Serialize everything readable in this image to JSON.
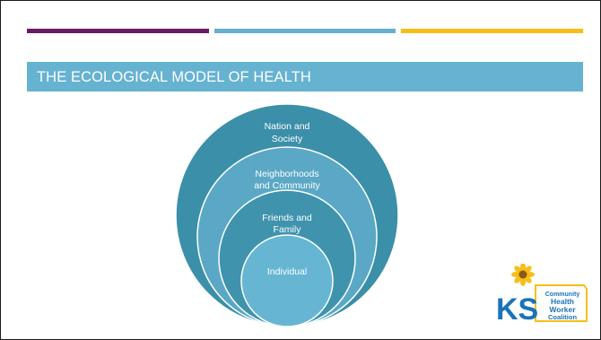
{
  "slide": {
    "title": "THE ECOLOGICAL MODEL OF HEALTH",
    "accent_colors": [
      "#6a1b63",
      "#67afce",
      "#f6be18"
    ]
  },
  "diagram": {
    "layers": [
      {
        "lines": [
          "Nation and",
          "Society"
        ],
        "color": "#3b8fa9"
      },
      {
        "lines": [
          "Neighborhoods",
          "and Community"
        ],
        "color": "#5aa8c5"
      },
      {
        "lines": [
          "Friends and",
          "Family"
        ],
        "color": "#3f93ad"
      },
      {
        "lines": [
          "Individual"
        ],
        "color": "#66b6d3"
      }
    ]
  },
  "logo": {
    "initials": "KS",
    "lines": [
      "Community",
      "Health",
      "Worker",
      "Coalition"
    ],
    "brand_colors": {
      "blue": "#1b73b8",
      "sunflower": "#f6be18"
    }
  }
}
